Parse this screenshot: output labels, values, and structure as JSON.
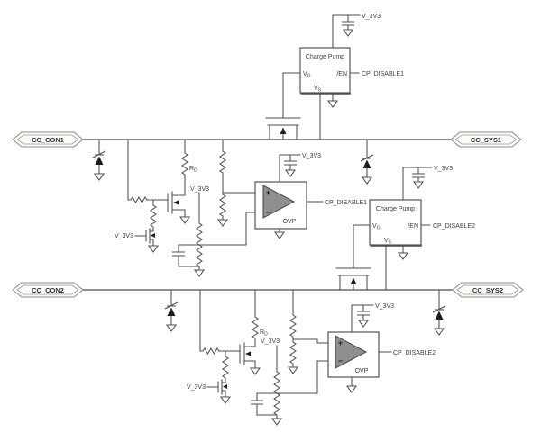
{
  "nets": {
    "cc_con1": "CC_CON1",
    "cc_sys1": "CC_SYS1",
    "cc_con2": "CC_CON2",
    "cc_sys2": "CC_SYS2"
  },
  "supply_label": "V_3V3",
  "signal_labels": {
    "cp_disable1": "CP_DISABLE1",
    "cp_disable2": "CP_DISABLE2"
  },
  "charge_pump": {
    "title": "Charge Pump",
    "vg_base": "V",
    "vg_sub": "G",
    "en": "/EN",
    "vs_base": "V",
    "vs_sub": "S"
  },
  "ovp": {
    "label": "OVP",
    "plus": "+",
    "minus": "−"
  },
  "rd": {
    "base": "R",
    "sub": "D"
  },
  "colors": {
    "wire": "#4d4d4d",
    "comparator_fill": "#8f8f8f",
    "net_flag_fill": "#fbfbf8",
    "text": "#3d3d3d",
    "background": "#ffffff"
  }
}
